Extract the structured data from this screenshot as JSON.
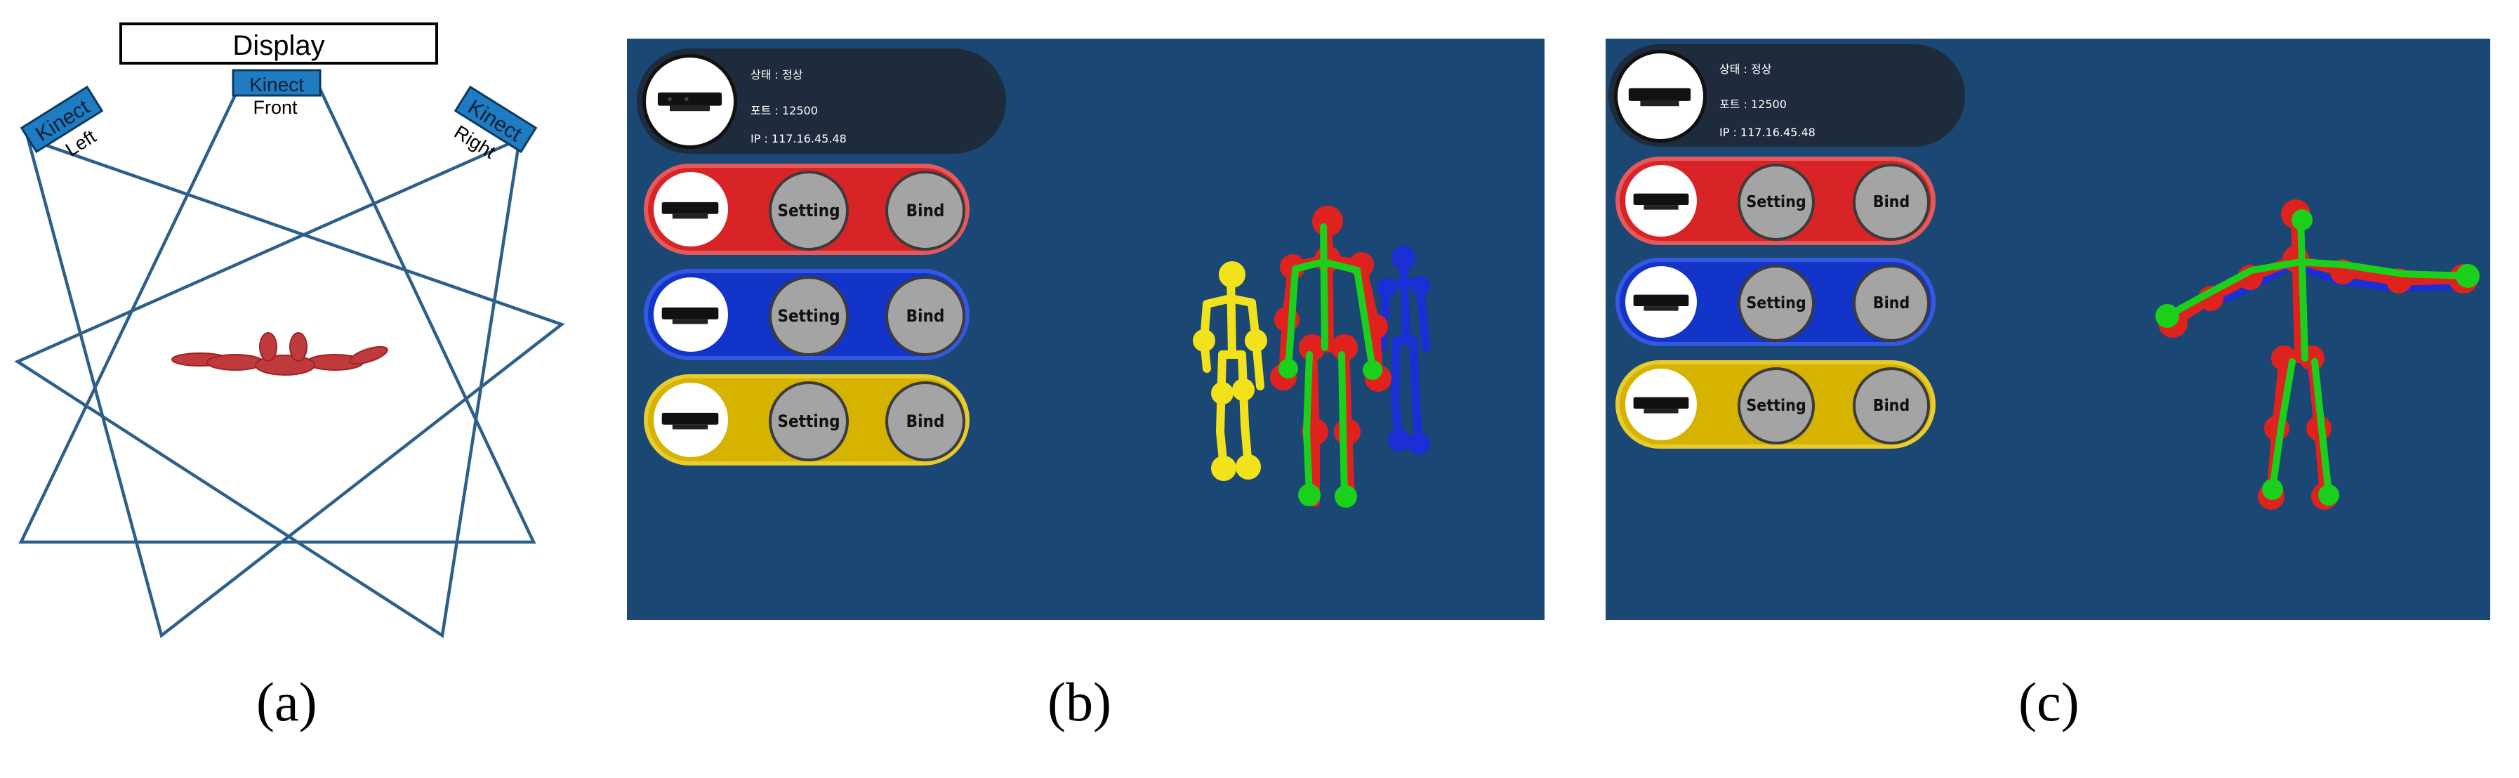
{
  "diagram": {
    "display_label": "Display",
    "sensors": [
      {
        "name": "Kinect",
        "position": "Left"
      },
      {
        "name": "Kinect",
        "position": "Front"
      },
      {
        "name": "Kinect",
        "position": "Right"
      }
    ]
  },
  "captions": [
    "(a)",
    "(b)",
    "(c)"
  ],
  "panels": [
    {
      "status": {
        "state": "상태 : 정상",
        "port": "포트 : 12500",
        "ip": "IP : 117.16.45.48"
      },
      "rows": [
        {
          "color": "red",
          "setting_label": "Setting",
          "bind_label": "Bind"
        },
        {
          "color": "blue",
          "setting_label": "Setting",
          "bind_label": "Bind"
        },
        {
          "color": "yellow",
          "setting_label": "Setting",
          "bind_label": "Bind"
        }
      ]
    },
    {
      "status": {
        "state": "상태 : 정상",
        "port": "포트 : 12500",
        "ip": "IP : 117.16.45.48"
      },
      "rows": [
        {
          "color": "red",
          "setting_label": "Setting",
          "bind_label": "Bind"
        },
        {
          "color": "blue",
          "setting_label": "Setting",
          "bind_label": "Bind"
        },
        {
          "color": "yellow",
          "setting_label": "Setting",
          "bind_label": "Bind"
        }
      ]
    }
  ],
  "colors": {
    "background": "#1a4773",
    "red": "#d92427",
    "blue": "#1234c9",
    "yellow": "#d6b300",
    "green": "#18c618"
  }
}
